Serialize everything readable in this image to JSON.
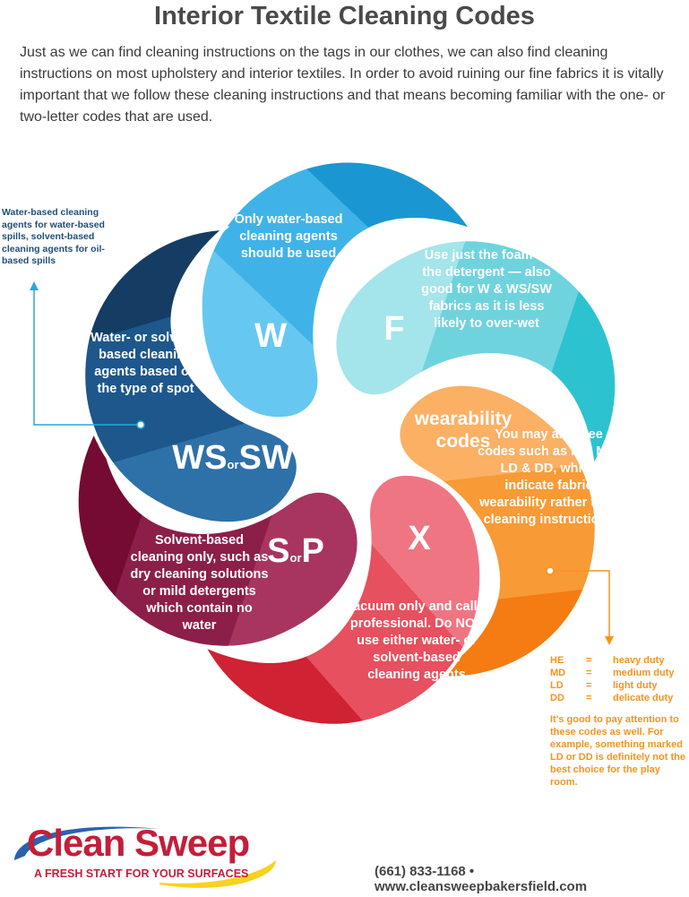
{
  "title": "Interior Textile Cleaning Codes",
  "intro": "Just as we can find cleaning instructions on the tags in our clothes, we can also find cleaning instructions on most upholstery and interior textiles. In order to avoid ruining our fine fabrics it is vitally important that we follow these cleaning instructions and that means becoming familiar with the one- or two-letter codes that are used.",
  "codes": {
    "w": {
      "code": "W",
      "desc": "Only water-based cleaning agents should be used",
      "color": "#3fb3e8"
    },
    "f": {
      "code": "F",
      "desc": "Use just the foam of the detergent — also good for W & WS/SW fabrics as it is less likely to over-wet",
      "color": "#8fdde6"
    },
    "wear": {
      "code": "wearability codes",
      "desc": "You may also see codes such as HE, MD, LD & DD, which indicate fabric wearability rather than cleaning instructions",
      "color": "#f9a14a"
    },
    "x": {
      "code": "X",
      "desc": "Vacuum only and call a professional. Do NOT use either water- or solvent-based cleaning agents",
      "color": "#ea5b6b"
    },
    "sp": {
      "code_a": "S",
      "or": "or",
      "code_b": "P",
      "desc": "Solvent-based cleaning only, such as dry cleaning solutions or mild detergents which contain no water",
      "color": "#9a2655"
    },
    "ws": {
      "code_a": "WS",
      "or": "or",
      "code_b": "SW",
      "desc": "Water- or solvent-based cleaning agents based on the type of spot",
      "color": "#23639a"
    }
  },
  "ws_note": "Water-based cleaning agents for water-based spills, solvent-based cleaning agents for oil-based spills",
  "legend": [
    {
      "abbr": "HE",
      "eq": "=",
      "meaning": "heavy duty"
    },
    {
      "abbr": "MD",
      "eq": "=",
      "meaning": "medium duty"
    },
    {
      "abbr": "LD",
      "eq": "=",
      "meaning": "light duty"
    },
    {
      "abbr": "DD",
      "eq": "=",
      "meaning": "delicate duty"
    }
  ],
  "legend_note": "It's good to pay attention to these codes as well. For example, something marked LD or DD is definitely not the best choice for the play room.",
  "logo": {
    "name": "Clean Sweep",
    "tagline": "A FRESH START FOR YOUR SURFACES"
  },
  "contact": "(661) 833-1168 • www.cleansweepbakersfield.com"
}
